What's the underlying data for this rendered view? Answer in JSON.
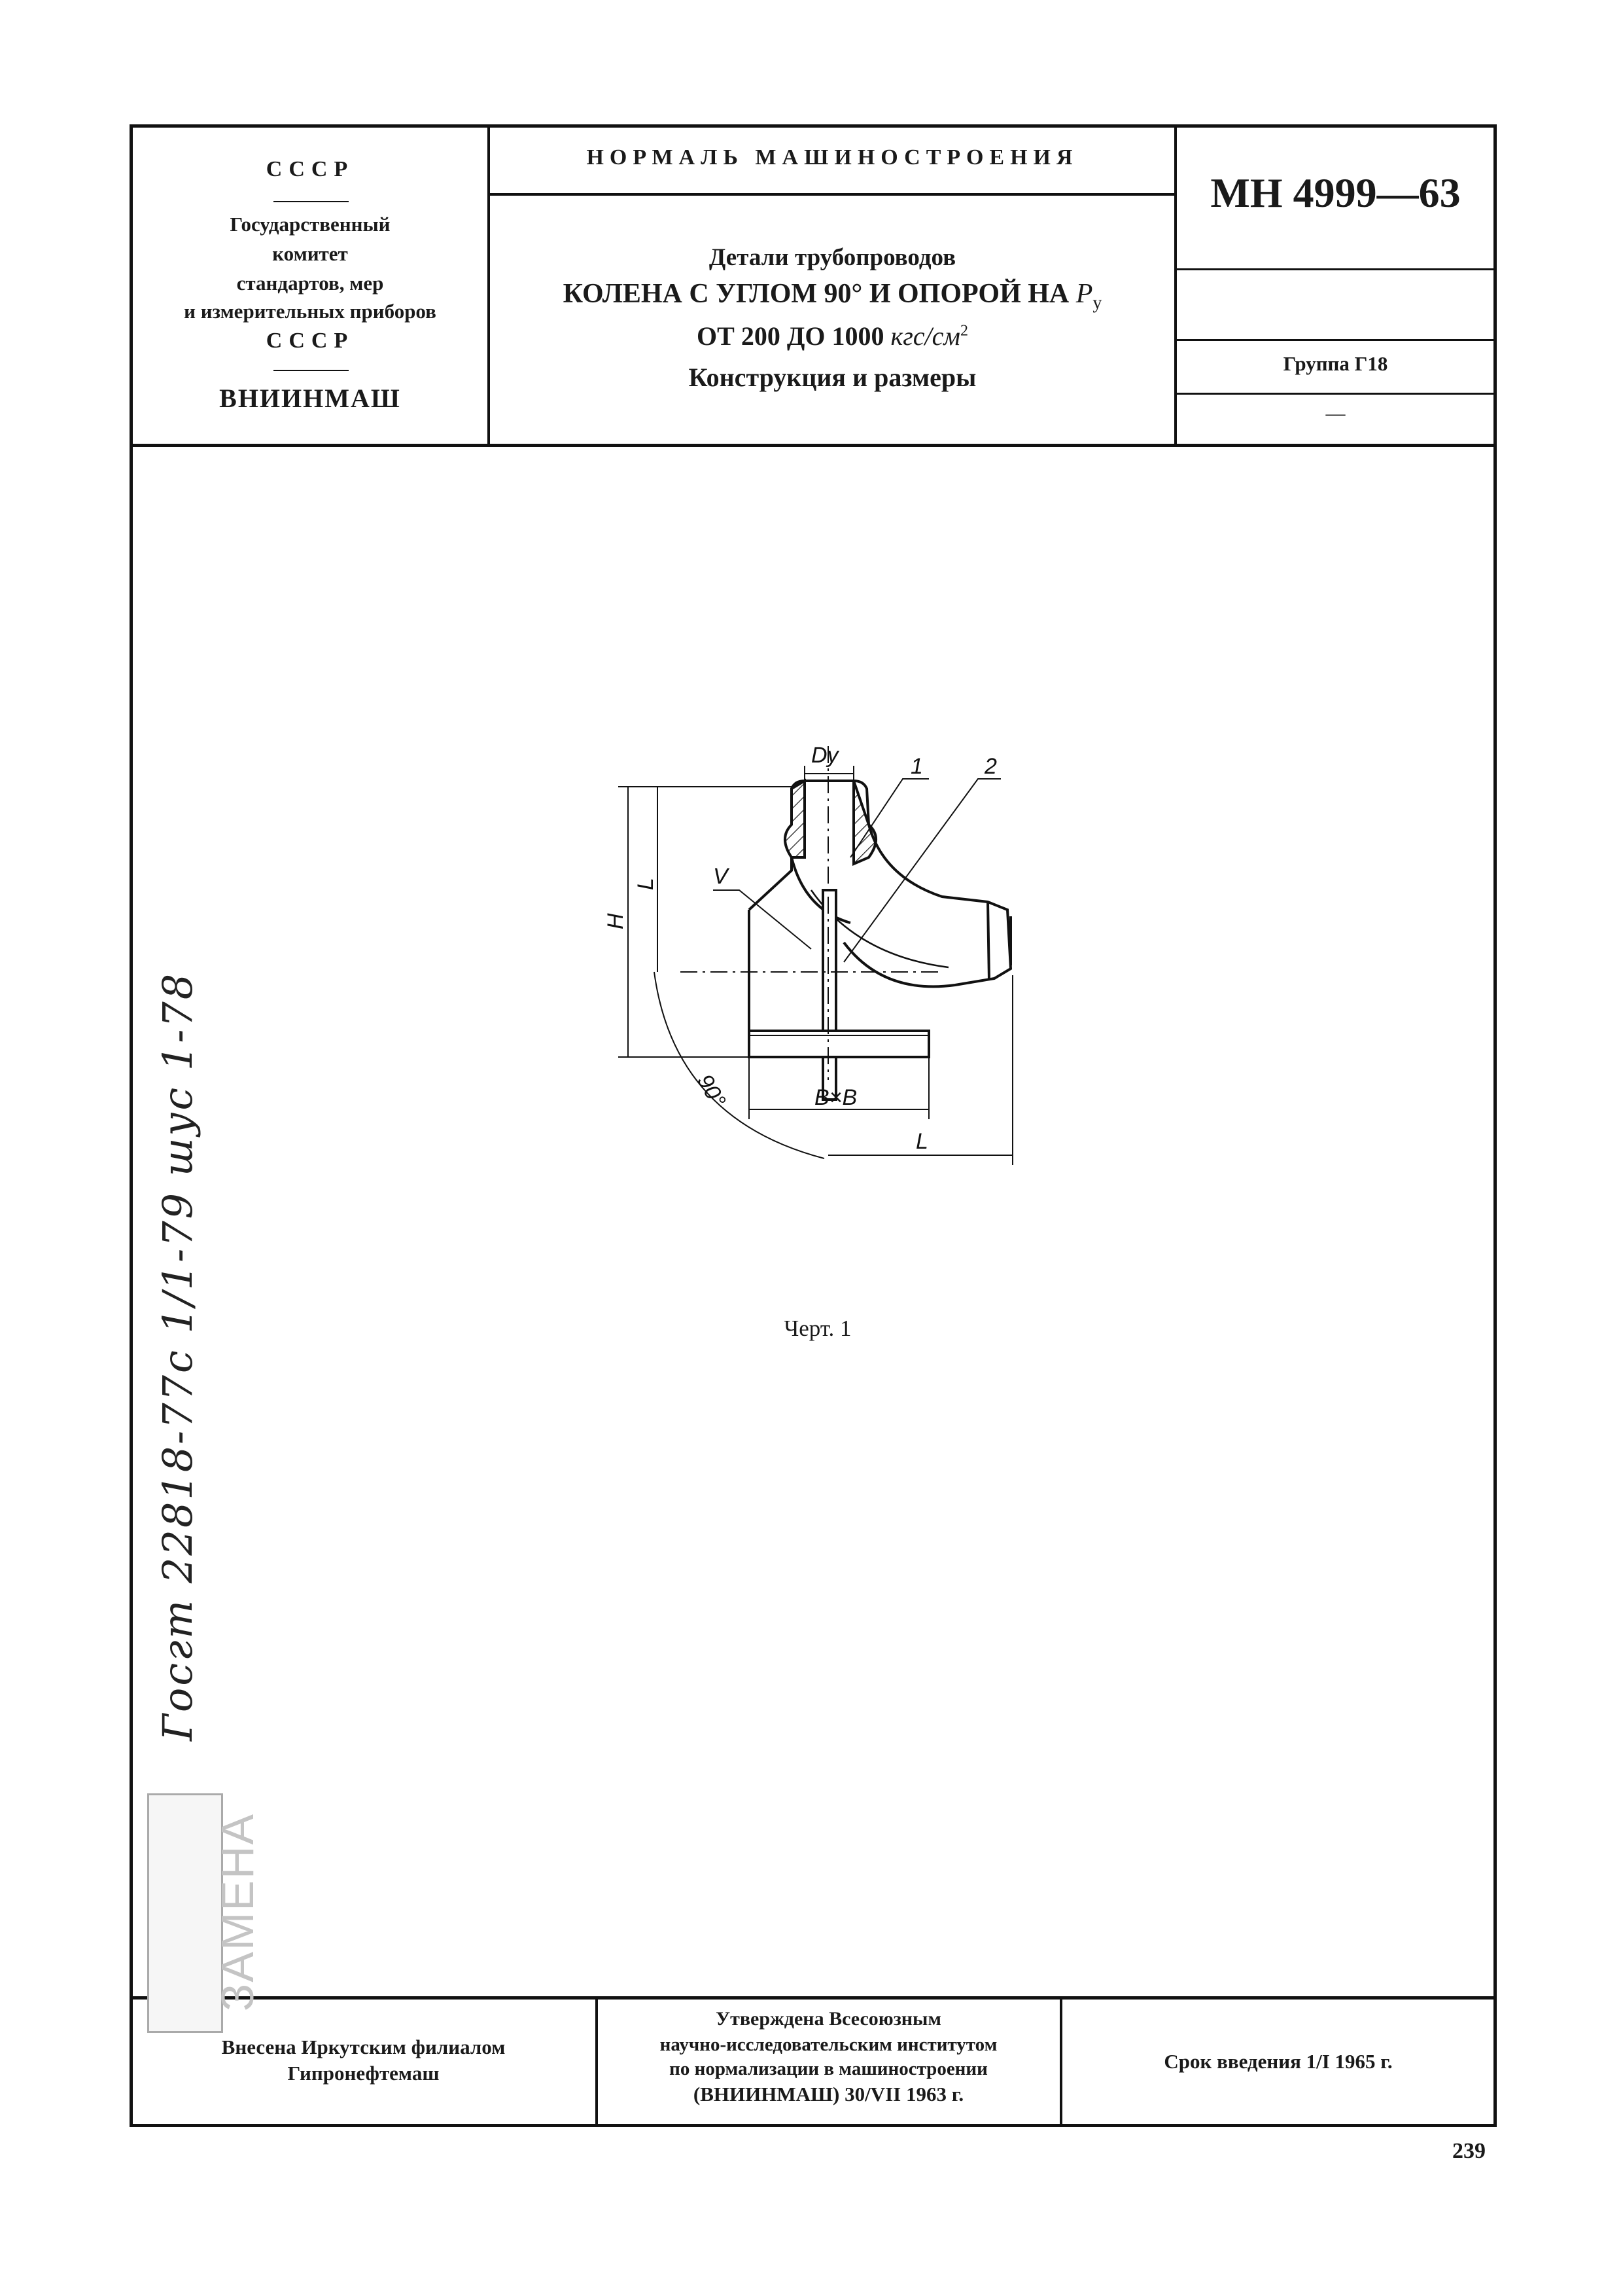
{
  "header": {
    "left": {
      "line1": "СССР",
      "line2": "Государственный",
      "line3": "комитет",
      "line4": "стандартов, мер",
      "line5": "и измерительных приборов",
      "line6": "СССР",
      "line7": "ВНИИНМАШ"
    },
    "center": {
      "top": "НОРМАЛЬ МАШИНОСТРОЕНИЯ",
      "subtitle": "Детали трубопроводов",
      "title_line1": "КОЛЕНА С УГЛОМ 90° И ОПОРОЙ НА",
      "title_pressure_symbol": "P",
      "title_pressure_sub": "у",
      "title_line2_a": "ОТ 200 ДО 1000",
      "title_line2_units": "кгс/см",
      "title_line2_sup": "2",
      "title_line3": "Конструкция и размеры"
    },
    "right": {
      "code": "МН 4999—63",
      "group": "Группа Г18",
      "dash": "—"
    }
  },
  "drawing": {
    "label_dy": "Dу",
    "label_1": "1",
    "label_2": "2",
    "label_v": "V",
    "label_h": "H",
    "label_l_vertical": "L",
    "label_l_horizontal": "L",
    "label_angle": "90°",
    "label_bxb": "B×B",
    "caption": "Черт. 1"
  },
  "side_note": "Госгт 22818-77с 1/1-79 шус 1-78",
  "stamp": "ЗАМЕНА",
  "footer": {
    "left_line1": "Внесена Иркутским филиалом",
    "left_line2": "Гипронефтемаш",
    "center_line1": "Утверждена Всесоюзным",
    "center_line2": "научно-исследовательским институтом",
    "center_line3": "по нормализации в машиностроении",
    "center_line4": "(ВНИИНМАШ) 30/VII 1963 г.",
    "right": "Срок введения 1/I 1965 г."
  },
  "page_number": "239"
}
